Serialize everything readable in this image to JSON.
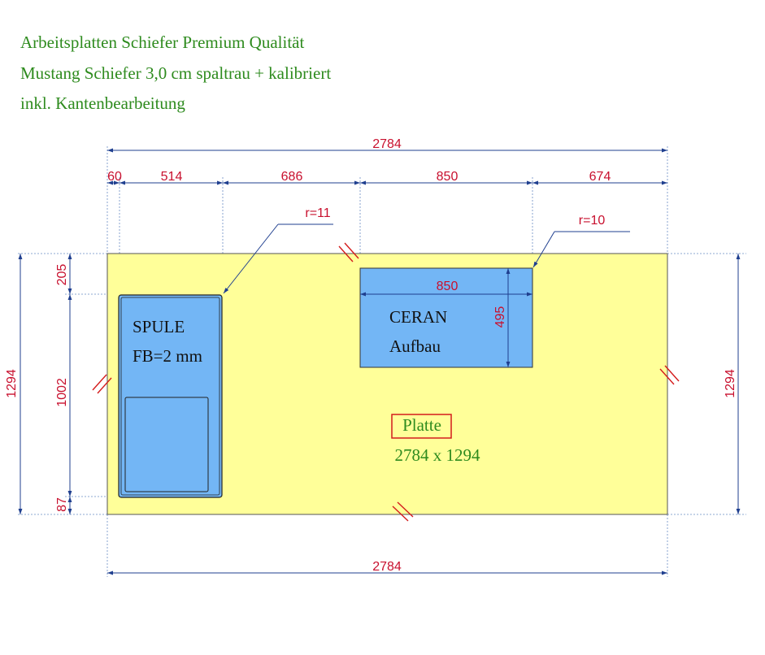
{
  "header": {
    "line1": "Arbeitsplatten Schiefer Premium Qualität",
    "line2": "Mustang Schiefer 3,0 cm spaltrau + kalibriert",
    "line3": "inkl. Kantenbearbeitung"
  },
  "dimensions": {
    "total_width_top": "2784",
    "seg_60": "60",
    "seg_514": "514",
    "seg_686": "686",
    "seg_850": "850",
    "seg_674": "674",
    "radius_sink": "r=11",
    "radius_cooktop": "r=10",
    "cooktop_width": "850",
    "cooktop_depth": "495",
    "left_height": "1294",
    "right_height": "1294",
    "offset_205": "205",
    "sink_length": "1002",
    "offset_87": "87",
    "total_width_bottom": "2784"
  },
  "labels": {
    "sink_title": "SPULE",
    "sink_sub": "FB=2 mm",
    "cooktop_title": "CERAN",
    "cooktop_sub": "Aufbau",
    "plate_title": "Platte",
    "plate_size": "2784 x 1294"
  },
  "colors": {
    "plate_fill": "#ffff99",
    "cutout_fill": "#73b6f5",
    "dimension_text": "#c8102e",
    "dimension_line": "#1f3f8f",
    "header_text": "#2e8b1e"
  }
}
